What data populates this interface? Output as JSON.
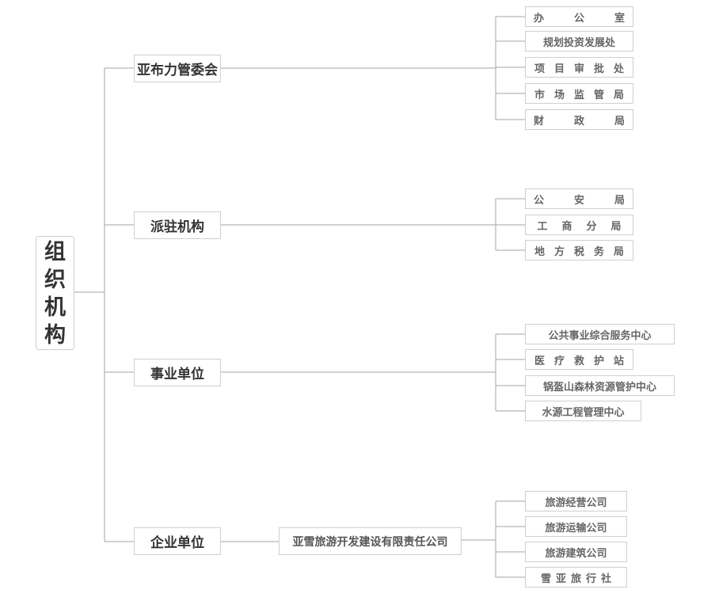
{
  "root": {
    "chars": [
      "组",
      "织",
      "机",
      "构"
    ]
  },
  "branches": [
    {
      "label": "亚布力管委会",
      "children": [
        "办公室",
        "规划投资发展处",
        "项目审批处",
        "市场监管局",
        "财政局"
      ]
    },
    {
      "label": "派驻机构",
      "children": [
        "公安局",
        "工商分局",
        "地方税务局"
      ]
    },
    {
      "label": "事业单位",
      "children": [
        "公共事业综合服务中心",
        "医疗救护站",
        "锅盔山森林资源管护中心",
        "水源工程管理中心"
      ]
    },
    {
      "label": "企业单位",
      "company": "亚雪旅游开发建设有限责任公司",
      "children": [
        "旅游经营公司",
        "旅游运输公司",
        "旅游建筑公司",
        "雪亚旅行社"
      ]
    }
  ]
}
